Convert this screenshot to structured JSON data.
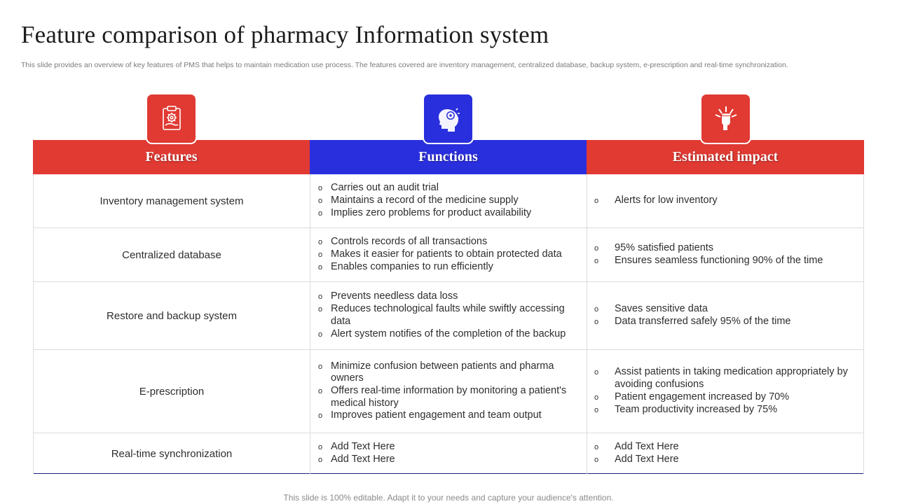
{
  "title": "Feature comparison of pharmacy Information system",
  "subtitle": "This slide provides an overview of key features of PMS  that helps to maintain medication use process. The features covered are inventory management, centralized database, backup system, e-prescription and real-time synchronization.",
  "icons": [
    "clipboard-gear-icon",
    "head-gear-icon",
    "raised-fist-icon"
  ],
  "colors": {
    "red": "#e03a33",
    "blue": "#2a2fdd"
  },
  "headers": {
    "features": "Features",
    "functions": "Functions",
    "impact": "Estimated impact"
  },
  "bullet_symbol": "o",
  "rows": [
    {
      "feature": "Inventory management system",
      "functions": [
        "Carries out an audit trial",
        "Maintains a record of the medicine supply",
        "Implies zero problems for product availability"
      ],
      "impact": [
        "Alerts for low inventory"
      ]
    },
    {
      "feature": "Centralized database",
      "functions": [
        "Controls records of all transactions",
        "Makes it easier for patients to obtain protected data",
        "Enables companies to run efficiently"
      ],
      "impact": [
        "95% satisfied patients",
        "Ensures seamless functioning 90% of the time"
      ]
    },
    {
      "feature": "Restore and backup system",
      "functions": [
        "Prevents needless data loss",
        "Reduces technological faults while swiftly accessing data",
        "Alert system notifies of the completion of the backup"
      ],
      "impact": [
        "Saves sensitive data",
        "Data transferred safely 95% of the time"
      ]
    },
    {
      "feature": "E-prescription",
      "functions": [
        "Minimize confusion between patients and pharma owners",
        "Offers real-time information by monitoring a patient's medical history",
        "Improves patient engagement and team output"
      ],
      "impact": [
        "Assist patients in taking medication appropriately by avoiding confusions",
        "Patient engagement increased by 70%",
        "Team productivity increased by 75%"
      ]
    },
    {
      "feature": "Real-time synchronization",
      "functions": [
        "Add Text Here",
        "Add Text Here"
      ],
      "impact": [
        "Add Text Here",
        "Add Text Here"
      ]
    }
  ],
  "footer": "This slide is 100% editable. Adapt it to your needs and capture your audience's attention."
}
